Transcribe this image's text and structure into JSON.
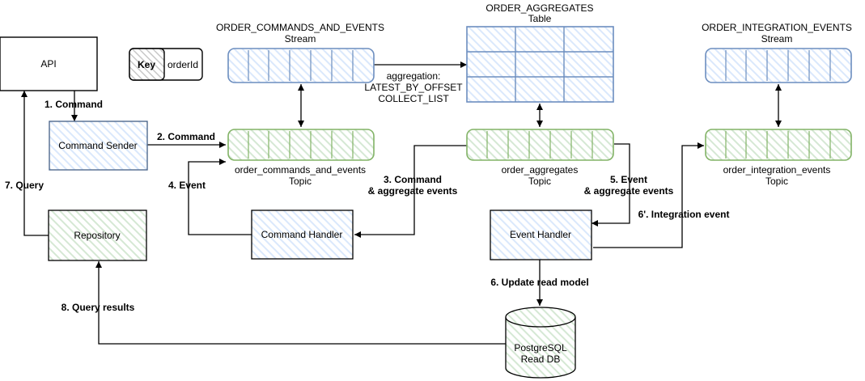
{
  "nodes": {
    "api": "API",
    "key": "Key",
    "key_value": "orderId",
    "command_sender": "Command Sender",
    "repository": "Repository",
    "command_handler": "Command Handler",
    "event_handler": "Event Handler",
    "postgres_line1": "PostgreSQL",
    "postgres_line2": "Read DB"
  },
  "streams": {
    "commands_events_name": "ORDER_COMMANDS_AND_EVENTS",
    "commands_events_kind": "Stream",
    "aggregates_name": "ORDER_AGGREGATES",
    "aggregates_kind": "Table",
    "integration_name": "ORDER_INTEGRATION_EVENTS",
    "integration_kind": "Stream"
  },
  "topics": {
    "commands_events_name": "order_commands_and_events",
    "commands_events_kind": "Topic",
    "aggregates_name": "order_aggregates",
    "aggregates_kind": "Topic",
    "integration_name": "order_integration_events",
    "integration_kind": "Topic"
  },
  "aggregation": {
    "line1": "aggregation:",
    "line2": "LATEST_BY_OFFSET",
    "line3": "COLLECT_LIST"
  },
  "edges": {
    "e1": "1. Command",
    "e2": "2. Command",
    "e3a": "3. Command",
    "e3b": "& aggregate events",
    "e4": "4. Event",
    "e5a": "5. Event",
    "e5b": "& aggregate events",
    "e6": "6. Update read model",
    "e6p": "6'. Integration event",
    "e7": "7. Query",
    "e8": "8. Query results"
  },
  "colors": {
    "blue_stroke": "#6c8ebf",
    "blue_fill": "#dae8fc",
    "green_stroke": "#82b366",
    "green_fill": "#d5e8d4",
    "dark_stroke": "#000000"
  }
}
